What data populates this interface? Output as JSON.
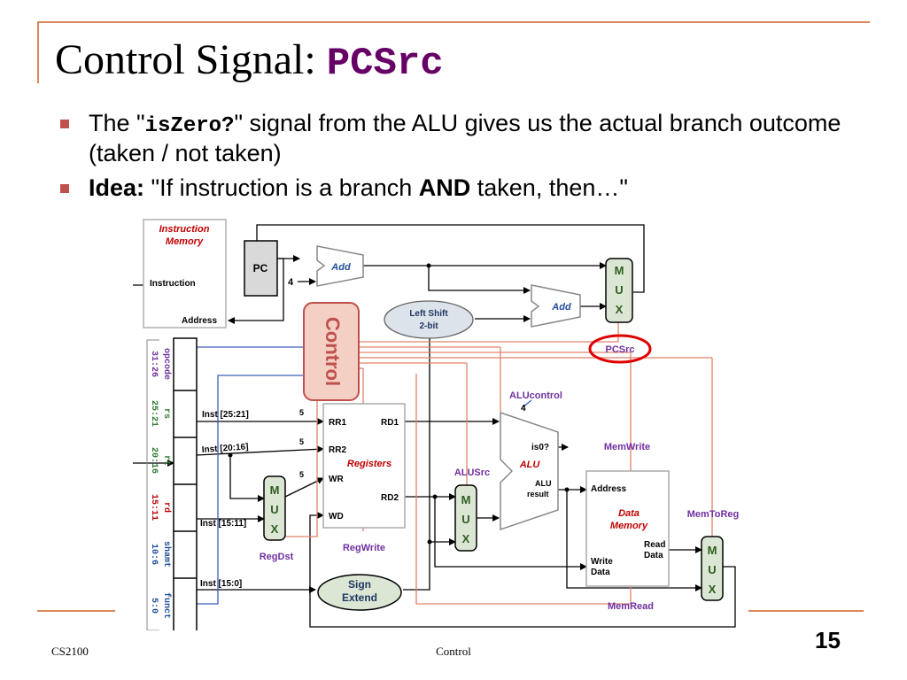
{
  "slide": {
    "title_prefix": "Control Signal: ",
    "title_code": "PCSrc",
    "bullet1": {
      "pre": "The \"",
      "code": "isZero?",
      "post": "\" signal from the ALU gives us the actual branch outcome (taken / not taken)"
    },
    "bullet2": {
      "bold1": "Idea:",
      "mid": " \"If instruction is a branch ",
      "bold2": "AND",
      "post": " taken, then…\""
    },
    "footer_left": "CS2100",
    "footer_center": "Control",
    "page_number": "15"
  },
  "diagram": {
    "instruction_memory": "Instruction Memory",
    "instruction_memory_line1": "Instruction",
    "instruction_memory_line2": "Memory",
    "instruction_label": "Instruction",
    "address_label": "Address",
    "pc": "PC",
    "four": "4",
    "add": "Add",
    "control": "Control",
    "left_shift_line1": "Left Shift",
    "left_shift_line2": "2-bit",
    "pcsrc": "PCSrc",
    "fields": [
      {
        "name": "opcode",
        "bits": "31:26",
        "color": "#7030a0"
      },
      {
        "name": "rs",
        "bits": "25:21",
        "color": "#2e7d32"
      },
      {
        "name": "rt",
        "bits": "20:16",
        "color": "#2e7d32"
      },
      {
        "name": "rd",
        "bits": "15:11",
        "color": "#c00000"
      },
      {
        "name": "shamt",
        "bits": "10:6",
        "color": "#1f4e99"
      },
      {
        "name": "funct",
        "bits": "5:0",
        "color": "#1f4e99"
      }
    ],
    "inst_25_21": "Inst [25:21]",
    "inst_20_16": "Inst [20:16]",
    "inst_15_11": "Inst [15:11]",
    "inst_15_0": "Inst [15:0]",
    "five": "5",
    "rr1": "RR1",
    "rr2": "RR2",
    "wr": "WR",
    "wd": "WD",
    "rd1": "RD1",
    "rd2": "RD2",
    "registers": "Registers",
    "mux_m": "M",
    "mux_u": "U",
    "mux_x": "X",
    "regdst": "RegDst",
    "regwrite": "RegWrite",
    "alusrc": "ALUSrc",
    "alucontrol": "ALUcontrol",
    "alucontrol_bits": "4",
    "is0": "is0?",
    "alu": "ALU",
    "alu_result_line1": "ALU",
    "alu_result_line2": "result",
    "memwrite": "MemWrite",
    "data_memory_line1": "Data",
    "data_memory_line2": "Memory",
    "dm_address": "Address",
    "read_data_line1": "Read",
    "read_data_line2": "Data",
    "write_data_line1": "Write",
    "write_data_line2": "Data",
    "memtoreg": "MemToReg",
    "memread": "MemRead",
    "sign_extend_line1": "Sign",
    "sign_extend_line2": "Extend"
  }
}
